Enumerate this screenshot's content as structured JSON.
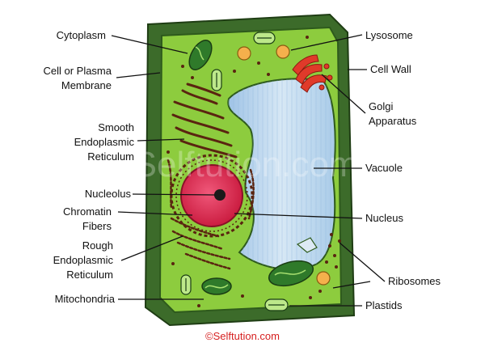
{
  "labels": {
    "left": {
      "cytoplasm": "Cytoplasm",
      "membrane_1": "Cell or Plasma",
      "membrane_2": "Membrane",
      "ser_1": "Smooth",
      "ser_2": "Endoplasmic",
      "ser_3": "Reticulum",
      "nucleolus": "Nucleolus",
      "chromatin_1": "Chromatin",
      "chromatin_2": "Fibers",
      "rer_1": "Rough",
      "rer_2": "Endoplasmic",
      "rer_3": "Reticulum",
      "mitochondria": "Mitochondria"
    },
    "right": {
      "lysosome": "Lysosome",
      "cell_wall": "Cell Wall",
      "golgi_1": "Golgi",
      "golgi_2": "Apparatus",
      "vacuole": "Vacuole",
      "nucleus": "Nucleus",
      "ribosomes": "Ribosomes",
      "plastids": "Plastids"
    }
  },
  "watermark": "© Selftution.com",
  "credit": "©Selftution.com",
  "colors": {
    "cell_wall": "#3c6b2a",
    "cytoplasm": "#8dcc3e",
    "vacuole": "#bcd8ee",
    "nucleus": "#e0264a",
    "er": "#5a2410",
    "golgi": "#e03a2a",
    "lysosome": "#f5b04c",
    "credit": "#d62020"
  }
}
